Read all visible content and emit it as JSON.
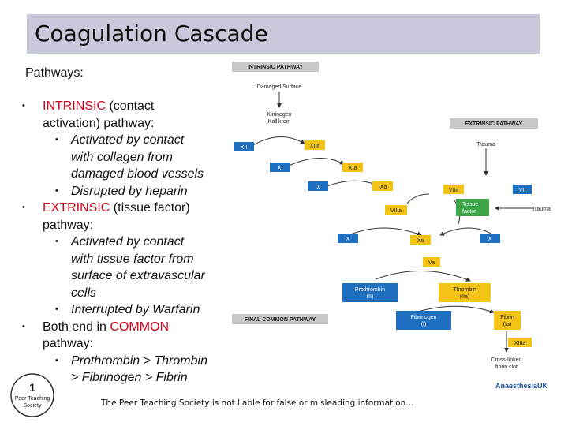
{
  "title": "Coagulation Cascade",
  "pathways_label": "Pathways:",
  "bullets": {
    "intrinsic_name": "INTRINSIC",
    "intrinsic_rest_1": " (contact",
    "intrinsic_rest_2": "activation) pathway:",
    "intrinsic_sub1_l1": "Activated by contact",
    "intrinsic_sub1_l2": "with collagen from",
    "intrinsic_sub1_l3": "damaged blood vessels",
    "intrinsic_sub2": "Disrupted by heparin",
    "extrinsic_name": "EXTRINSIC",
    "extrinsic_rest_1": " (tissue factor)",
    "extrinsic_rest_2": "pathway:",
    "extrinsic_sub1_l1": "Activated by contact",
    "extrinsic_sub1_l2": "with tissue factor from",
    "extrinsic_sub1_l3": "surface of extravascular",
    "extrinsic_sub1_l4": "cells",
    "extrinsic_sub2": "Interrupted by Warfarin",
    "common_pre": "Both end in ",
    "common_name": "COMMON",
    "common_rest": "pathway:",
    "common_sub1_l1": "Prothrombin > Thrombin",
    "common_sub1_l2": "> Fibrinogen > Fibrin"
  },
  "footer": "The Peer Teaching Society is not liable for false or misleading information…",
  "logo": {
    "top": "1",
    "line1": "Peer Teaching",
    "line2": "Society"
  },
  "anaesthesia_logo": "AnaesthesiaUK",
  "diagram": {
    "intrinsic_header": "INTRINSIC PATHWAY",
    "extrinsic_header": "EXTRINSIC PATHWAY",
    "common_header": "FINAL COMMON PATHWAY",
    "damaged_surface": "Damaged Surface",
    "kininogen": "Kininogen",
    "kallikrein": "Kallikrein",
    "trauma_top": "Trauma",
    "trauma_side": "Trauma",
    "xii": "XII",
    "xiia": "XIIa",
    "xi": "XI",
    "xia": "XIa",
    "ix": "IX",
    "ixa": "IXa",
    "viia": "VIIa",
    "vii": "VII",
    "viiia": "VIIIa",
    "tissue_factor_l1": "Tissue",
    "tissue_factor_l2": "factor",
    "x_left": "X",
    "xa": "Xa",
    "x_right": "X",
    "va": "Va",
    "prothrombin_l1": "Prothrombin",
    "prothrombin_l2": "(II)",
    "thrombin_l1": "Thrombin",
    "thrombin_l2": "(IIa)",
    "fibrinogen_l1": "Fibrinogen",
    "fibrinogen_l2": "(I)",
    "fibrin_l1": "Fibrin",
    "fibrin_l2": "(Ia)",
    "xiiia": "XIIIa",
    "clot_l1": "Cross-linked",
    "clot_l2": "fibrin clot"
  },
  "colors": {
    "title_bar": "#c9c9dc",
    "box_blue": "#1f6fc0",
    "box_yellow": "#f3c316",
    "box_green": "#3da648",
    "header_gray": "#c8c8c8",
    "highlight_red": "#d0021b"
  }
}
